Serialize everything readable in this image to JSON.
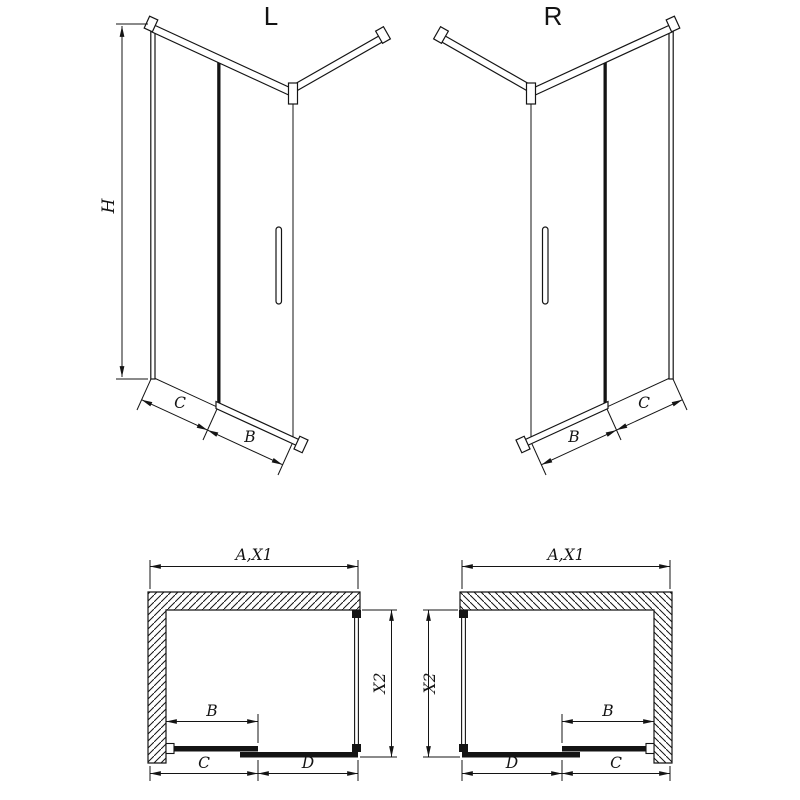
{
  "colors": {
    "line": "#141414",
    "background": "#ffffff"
  },
  "perspective_left": {
    "title": "L",
    "dims": {
      "height": "H",
      "segment_c": "C",
      "segment_b": "B"
    }
  },
  "perspective_right": {
    "title": "R",
    "dims": {
      "segment_b": "B",
      "segment_c": "C"
    }
  },
  "plan_left": {
    "dims": {
      "width": "A,X1",
      "depth": "X2",
      "door": "B",
      "segment_c": "C",
      "segment_d": "D"
    }
  },
  "plan_right": {
    "dims": {
      "width": "A,X1",
      "depth": "X2",
      "door": "B",
      "segment_d": "D",
      "segment_c": "C"
    }
  }
}
